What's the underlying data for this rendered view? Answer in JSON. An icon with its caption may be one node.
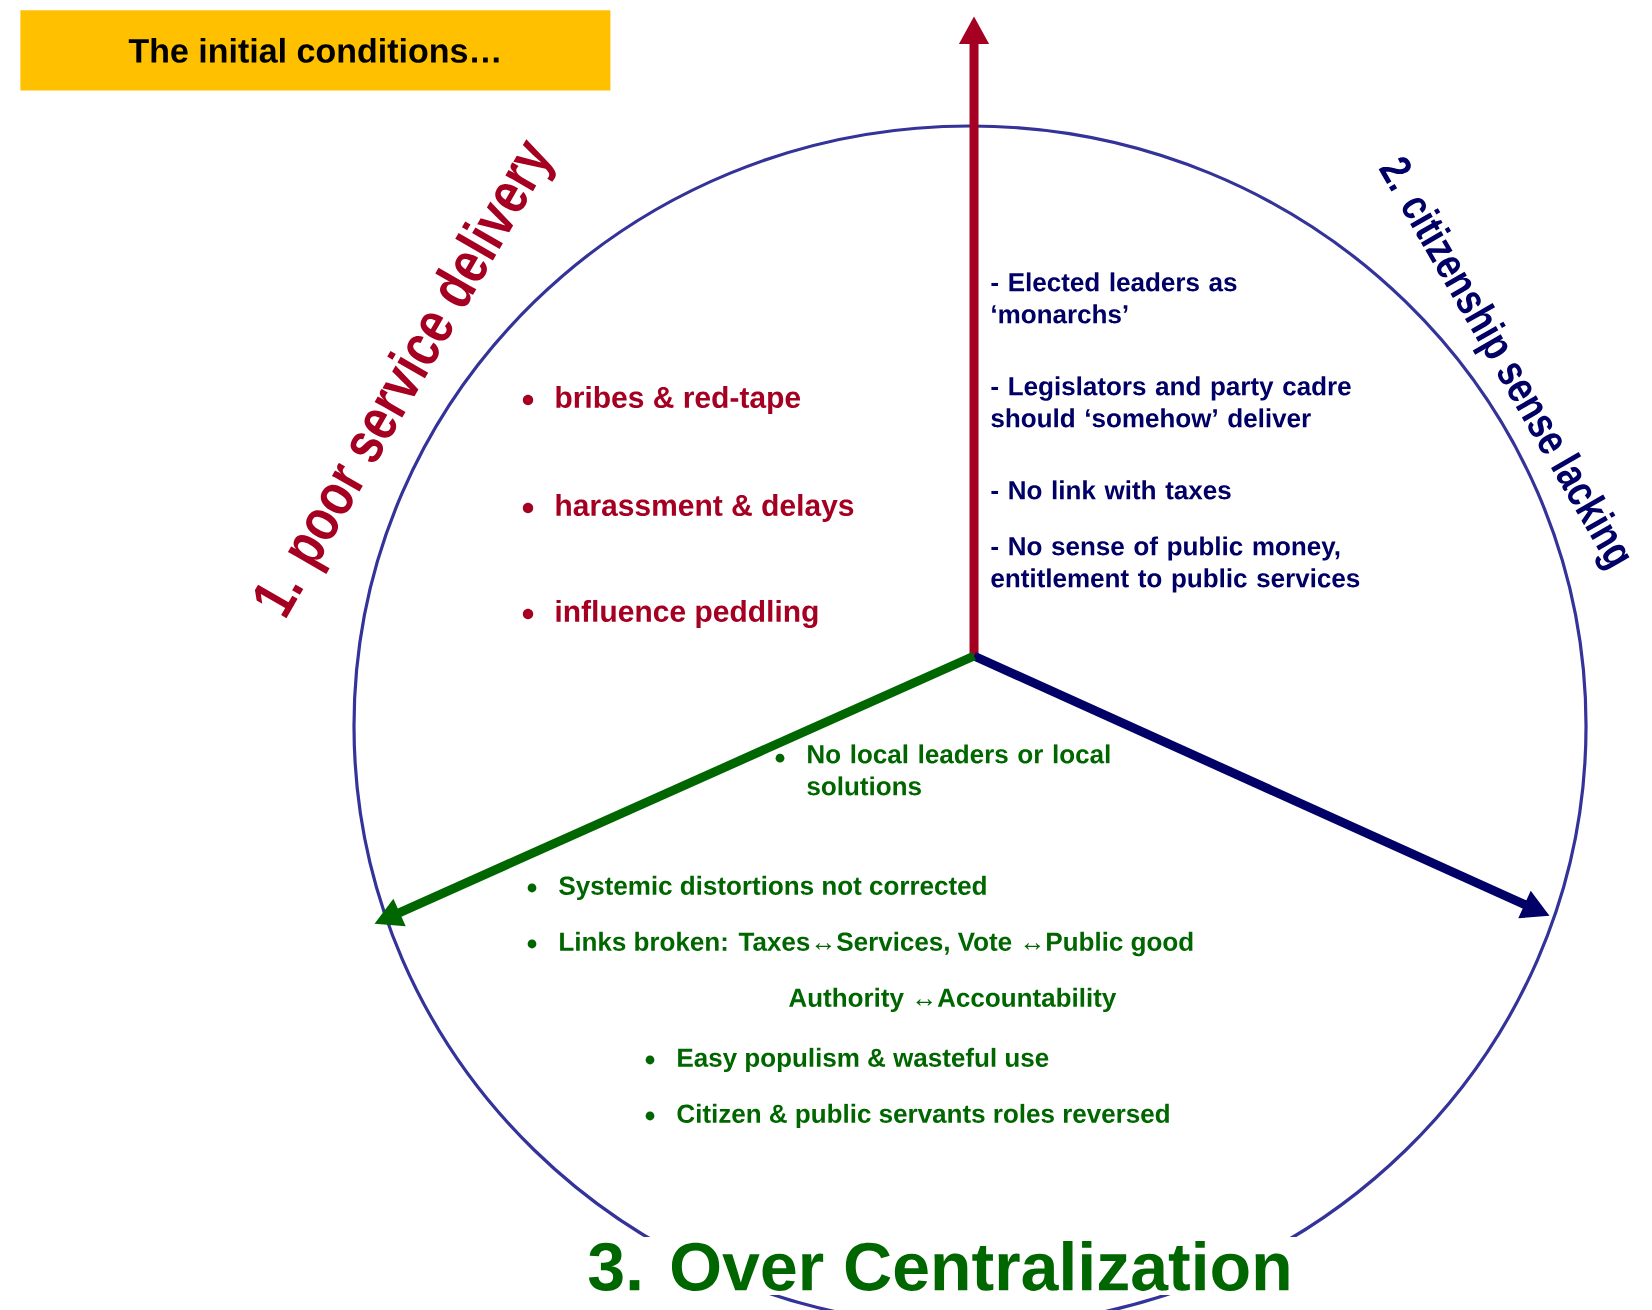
{
  "diagram": {
    "title": "The initial conditions…",
    "labels": [
      "1.  poor service delivery",
      "2.  citizenship sense lacking",
      "bribes & red-tape",
      "harassment & delays",
      "influence peddling",
      "- Elected leaders as ‘monarchs’",
      "- Legislators and party cadre should ‘somehow’ deliver",
      "- No link with taxes",
      "- No sense of public money, entitlement to public services",
      "No local leaders or local solutions",
      "Systemic distortions not corrected",
      "Links broken: Taxes↔Services, Vote ↔Public good",
      "Authority ↔Accountability",
      "Easy populism & wasteful use",
      "Citizen & public servants roles reversed",
      "3. Over Centralization"
    ]
  }
}
